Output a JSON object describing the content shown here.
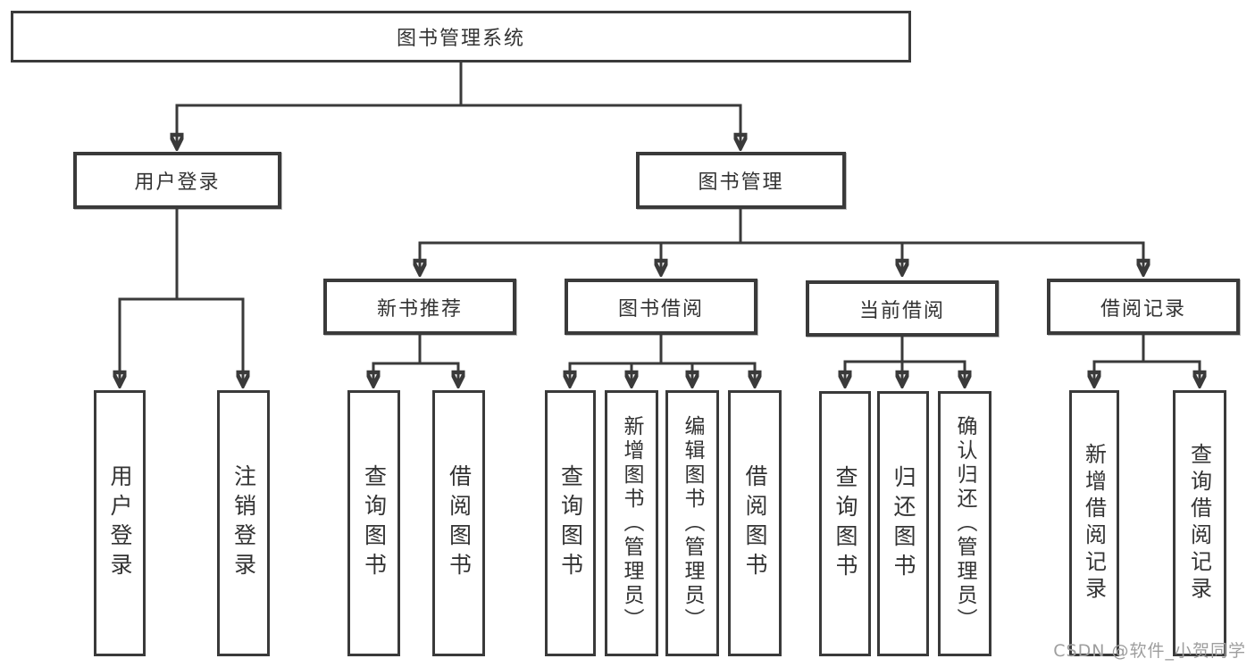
{
  "diagram": {
    "title": "图书管理系统",
    "level2": [
      {
        "label": "用户登录"
      },
      {
        "label": "图书管理"
      }
    ],
    "level3": [
      {
        "label": "新书推荐"
      },
      {
        "label": "图书借阅"
      },
      {
        "label": "当前借阅"
      },
      {
        "label": "借阅记录"
      }
    ],
    "leaves": [
      {
        "label": "用户登录"
      },
      {
        "label": "注销登录"
      },
      {
        "label": "查询图书"
      },
      {
        "label": "借阅图书"
      },
      {
        "label": "查询图书"
      },
      {
        "label": "新增图书（管理员）"
      },
      {
        "label": "编辑图书（管理员）"
      },
      {
        "label": "借阅图书"
      },
      {
        "label": "查询图书"
      },
      {
        "label": "归还图书"
      },
      {
        "label": "确认归还（管理员）"
      },
      {
        "label": "新增借阅记录"
      },
      {
        "label": "查询借阅记录"
      }
    ]
  },
  "watermark": "CSDN @软件_小贺同学",
  "colors": {
    "line": "#3a3a3a",
    "text": "#333333",
    "watermark": "#9e9e9e",
    "background": "#ffffff"
  }
}
